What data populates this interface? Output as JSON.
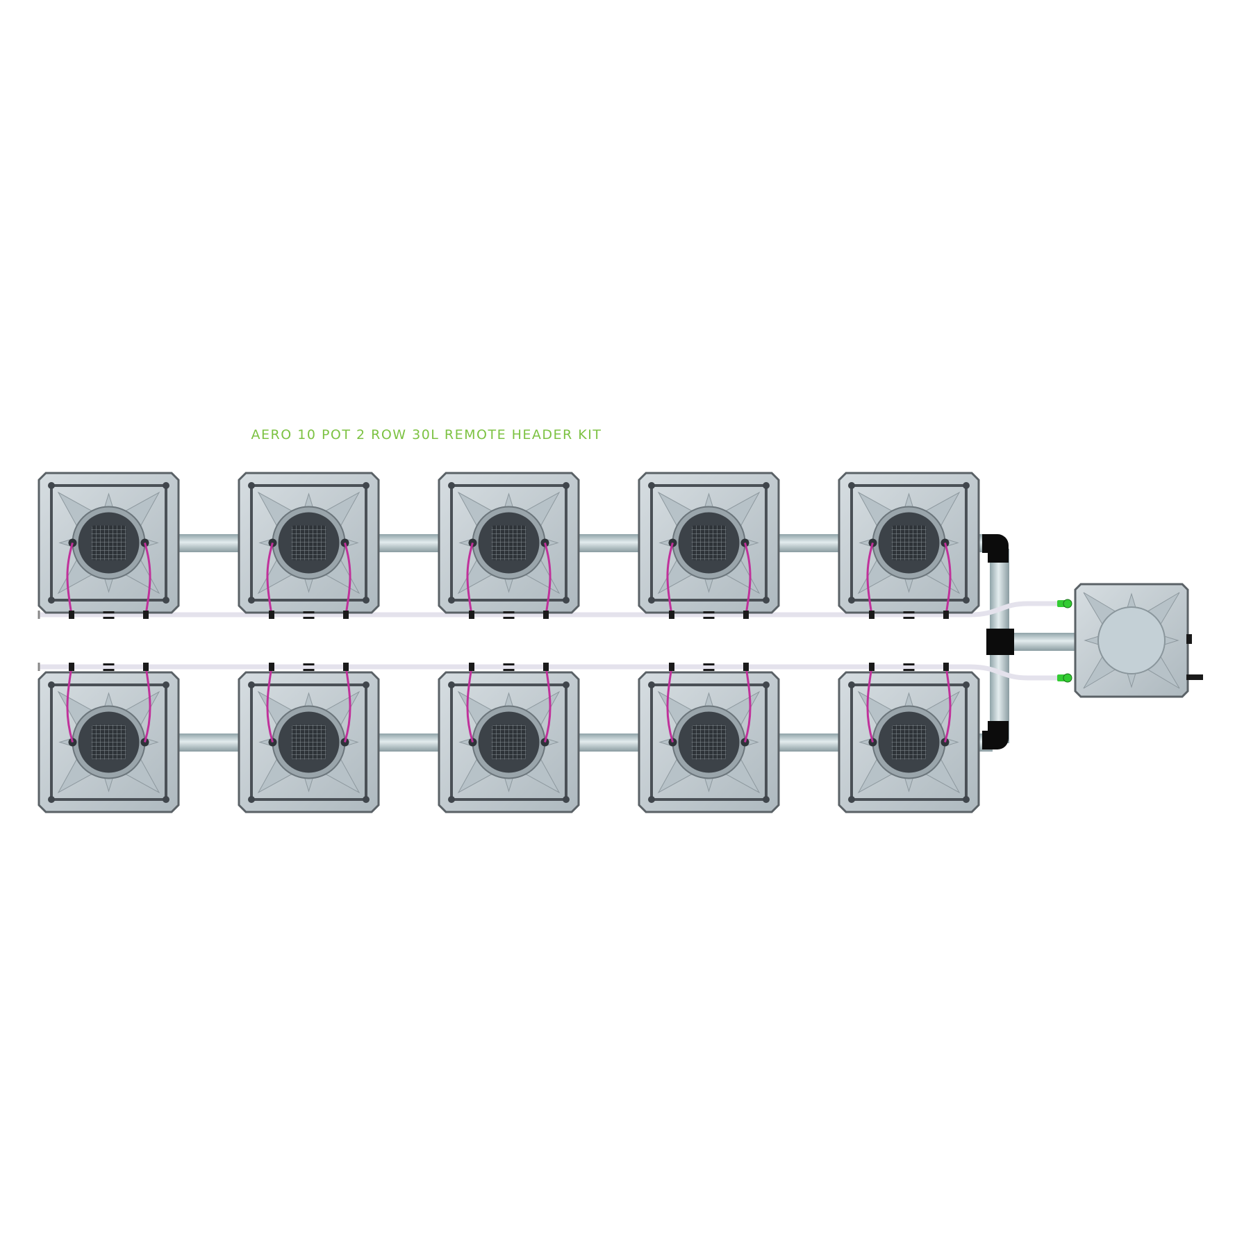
{
  "diagram": {
    "title": "AERO 10 POT 2 ROW 30L REMOTE HEADER KIT",
    "colors": {
      "accent": "#7cc242",
      "pot_body": "#c5ced3",
      "pot_outline": "#5a6166",
      "pot_inner": "#3c4248",
      "pipe": "#b9c8cc",
      "fitting": "#0c0c0c",
      "hose": "#e4e2ec",
      "dripper": "#c0309a",
      "connector": "#33cc33"
    },
    "layout_description": {
      "rows": 2,
      "pots_per_row": 5,
      "remote_header_units": 1
    }
  }
}
